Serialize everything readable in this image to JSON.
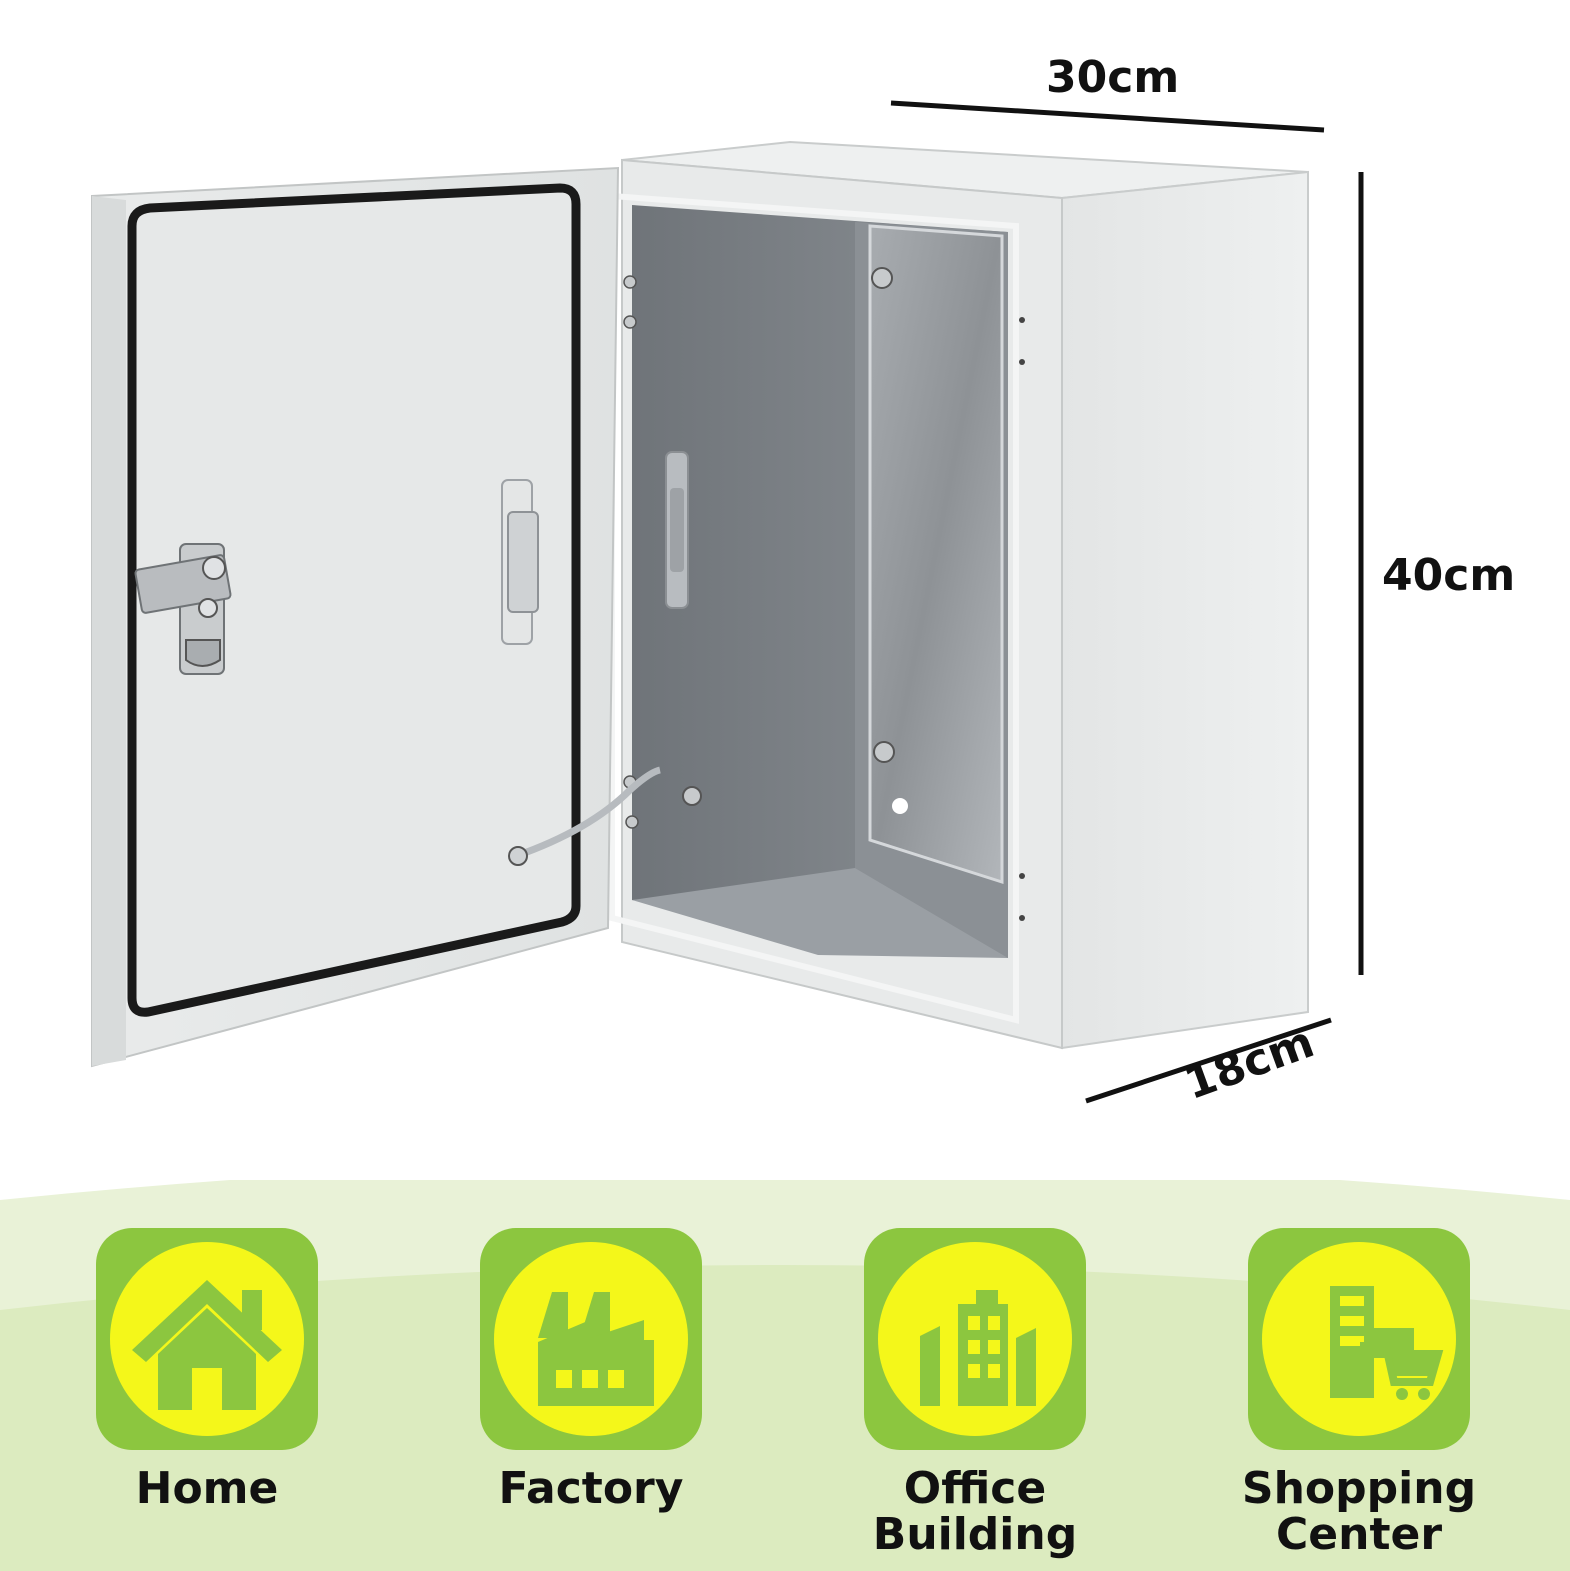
{
  "dimensions": {
    "width": "30cm",
    "height": "40cm",
    "depth": "18cm"
  },
  "applications": [
    {
      "label": "Home",
      "icon": "home-icon"
    },
    {
      "label": "Factory",
      "icon": "factory-icon"
    },
    {
      "label_line1": "Office",
      "label_line2": "Building",
      "icon": "office-building-icon"
    },
    {
      "label_line1": "Shopping",
      "label_line2": "Center",
      "icon": "shopping-center-icon"
    }
  ],
  "colors": {
    "tile_green": "#8cc63f",
    "circle_yellow": "#f4f71a",
    "band_green": "#dcebbf",
    "enclosure_grey": "#e4e6e6",
    "interior_grey": "#7d8287"
  }
}
